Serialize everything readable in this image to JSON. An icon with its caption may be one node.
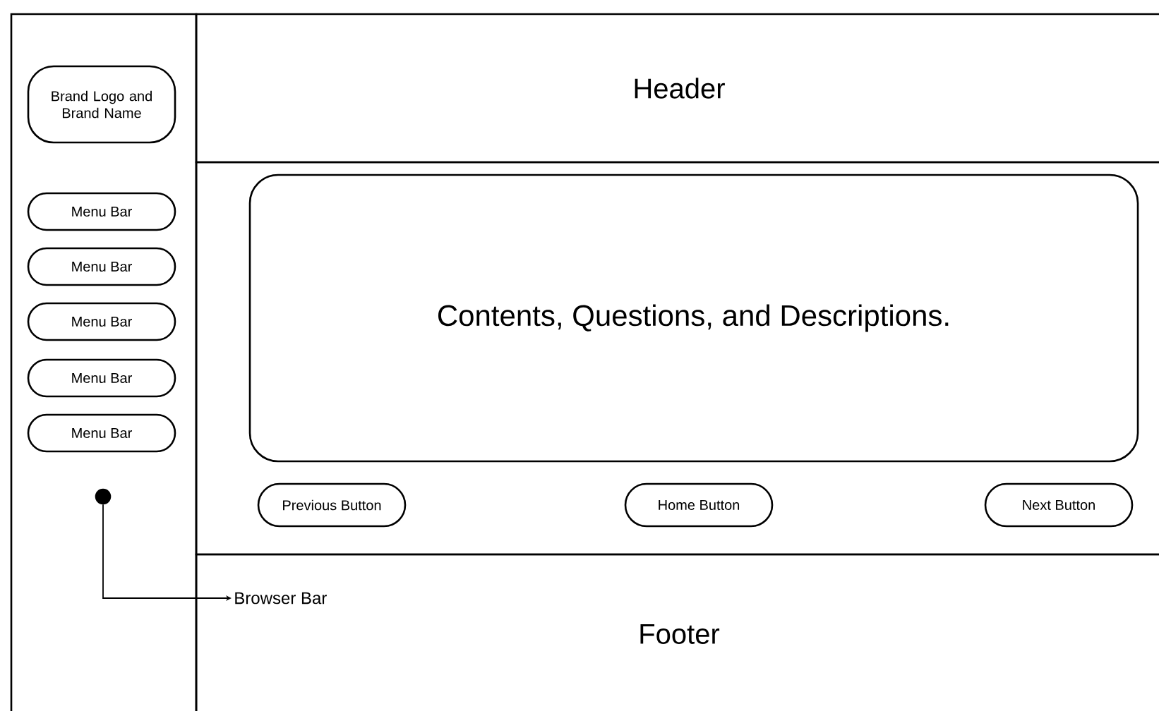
{
  "diagram": {
    "nodes": [
      {
        "text": [],
        "shape": "box"
      },
      {
        "text": [
          "Brand Logo and Brand Name"
        ],
        "in": 0
      },
      {
        "text": [
          "Menu Bar"
        ],
        "in": 0
      },
      {
        "text": [
          "Menu Bar"
        ],
        "in": 0
      },
      {
        "text": [
          "Menu Bar"
        ],
        "in": 0
      },
      {
        "text": [
          "Menu Bar"
        ],
        "in": 0
      },
      {
        "text": [
          "Menu Bar"
        ],
        "in": 0
      },
      {
        "text": [],
        "shape": "circle",
        "in": 0
      },
      {
        "text": [
          "Header"
        ]
      },
      {
        "text": [],
        "shape": "box"
      },
      {
        "text": [
          "Contents, Questions, and Descriptions."
        ],
        "in": 9
      },
      {
        "text": [
          "Previous Button"
        ],
        "in": 9
      },
      {
        "text": [
          "Home Button"
        ],
        "in": 9
      },
      {
        "text": [
          "Next Button"
        ],
        "in": 9
      },
      {
        "text": [
          "Footer"
        ]
      },
      {
        "text": [
          "Browser Bar"
        ],
        "in": 14
      }
    ],
    "edges": [
      {
        "from": 7,
        "to": 15,
        "arrow": "to"
      }
    ]
  }
}
